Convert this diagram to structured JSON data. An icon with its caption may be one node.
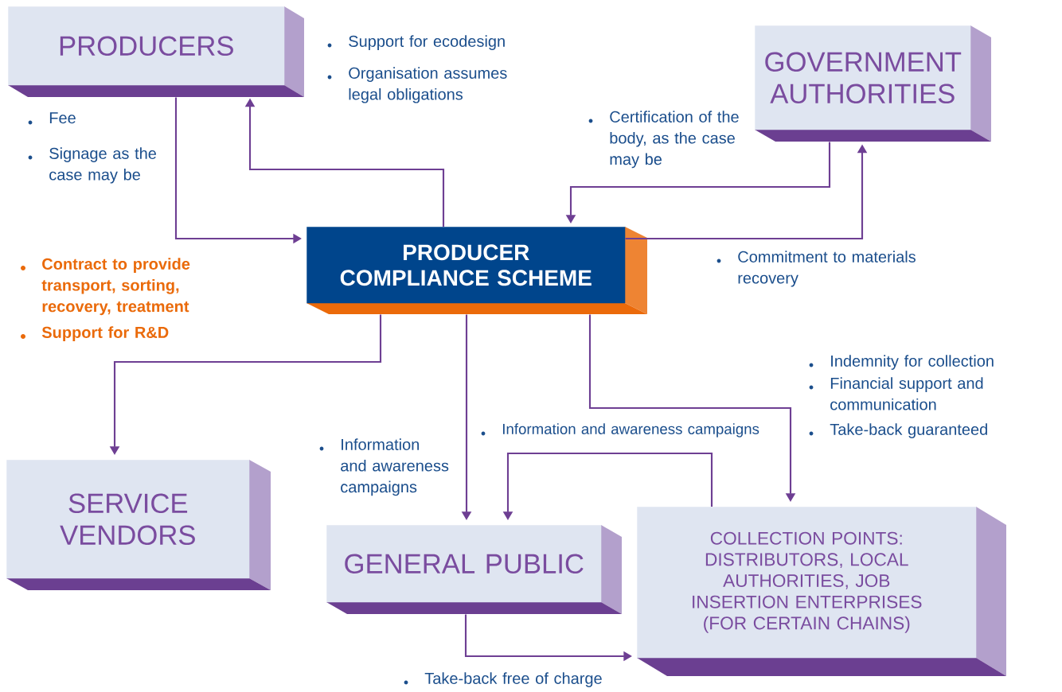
{
  "diagram": {
    "nodes": [
      {
        "text": [
          "PRODUCERS"
        ]
      },
      {
        "text": [
          "GOVERNMENT AUTHORITIES"
        ]
      },
      {
        "text": [
          "PRODUCER COMPLIANCE SCHEME"
        ]
      },
      {
        "text": [
          "SERVICE VENDORS"
        ]
      },
      {
        "text": [
          "GENERAL PUBLIC"
        ]
      },
      {
        "text": [
          "COLLECTION POINTS: DISTRIBUTORS, LOCAL AUTHORITIES, JOB INSERTION ENTERPRISES (FOR CERTAIN CHAINS)"
        ]
      }
    ],
    "edges": [
      {
        "from": 2,
        "to": 0,
        "arrow": "to"
      },
      {
        "from": 0,
        "to": 2,
        "arrow": "to"
      },
      {
        "from": 1,
        "to": 2,
        "arrow": "to"
      },
      {
        "from": 2,
        "to": 1,
        "arrow": "to"
      },
      {
        "from": 2,
        "to": 3,
        "arrow": "to"
      },
      {
        "from": 2,
        "to": 4,
        "arrow": "to"
      },
      {
        "from": 2,
        "to": 5,
        "arrow": "to"
      },
      {
        "from": 5,
        "to": 4,
        "arrow": "to"
      },
      {
        "from": 4,
        "to": 5,
        "arrow": "to"
      }
    ],
    "labels": [
      "Support for ecodesign",
      "Organisation assumes legal obligations",
      "Fee",
      "Signage as the case may be",
      "Certification of the body, as the case may be",
      "Commitment to materials recovery",
      "Contract to provide transport, sorting, recovery, treatment",
      "Support for R&D",
      "Indemnity for collection",
      "Financial support and communication",
      "Information and awareness campaigns",
      "Take-back guaranteed",
      "Information and awareness campaigns",
      "Take-back free of charge"
    ]
  }
}
